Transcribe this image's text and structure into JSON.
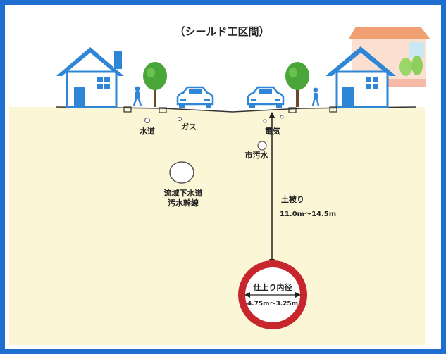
{
  "title": "（シールド工区間）",
  "utilities": {
    "water": "水道",
    "gas": "ガス",
    "electric": "電気",
    "city_sewer": "市汚水"
  },
  "trunk_sewer": {
    "line1": "流域下水道",
    "line2": "汚水幹線"
  },
  "cover_depth": {
    "label": "土被り",
    "range": "11.0m～14.5m"
  },
  "tunnel": {
    "label": "仕上り内径",
    "range": "4.75m～3.25m"
  },
  "colors": {
    "frame": "#1e6fd0",
    "soil": "#fbf6d6",
    "house_blue": "#2f86d6",
    "tunnel_ring": "#c8262d",
    "tree_green": "#4aa53a",
    "roof_orange": "#f0a070"
  }
}
